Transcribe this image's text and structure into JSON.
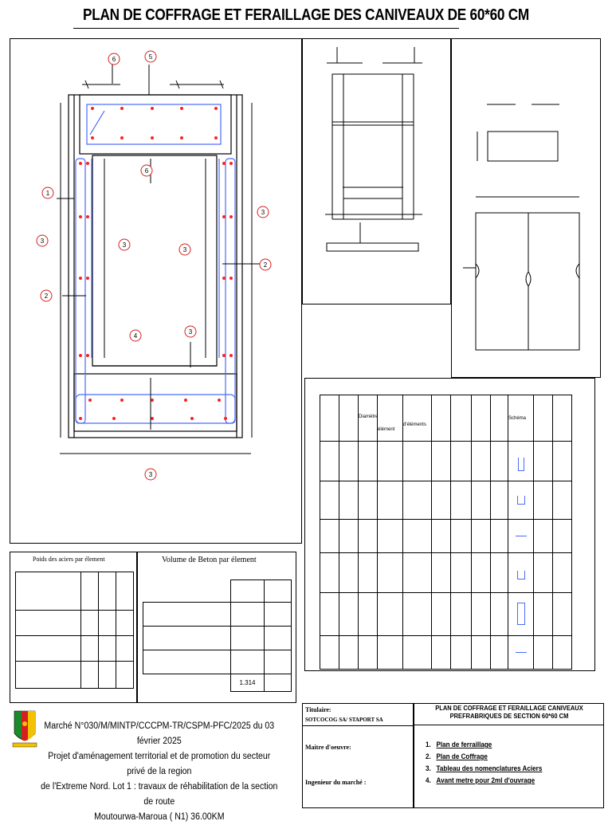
{
  "title": "PLAN DE COFFRAGE ET FERAILLAGE DES CANIVEAUX DE 60*60 CM",
  "plan": {
    "bubbles": [
      "6",
      "5",
      "6",
      "1",
      "3",
      "3",
      "3",
      "3",
      "2",
      "2",
      "4",
      "3",
      "3"
    ]
  },
  "schedule_table": {
    "headers": {
      "diametre": "Diamètre",
      "element": "élément",
      "nb_elements": "d'éléments",
      "schema": "Schéma"
    }
  },
  "weights_table": {
    "title": "Poids des aciers  par élement"
  },
  "volume_table": {
    "title": "Volume de Beton  par élement",
    "value": "1.314"
  },
  "project_info": {
    "line1": "Marché N°030/M/MINTP/CCCPM-TR/CSPM-PFC/2025 du 03 février 2025",
    "line2": "Projet d'aménagement territorial et de promotion du  secteur privé de la region",
    "line3": "de l'Extreme Nord. Lot 1 : travaux de réhabilitation de la  section de route",
    "line4": "Moutourwa-Maroua ( N1) 36.00KM"
  },
  "stakeholders": {
    "titulaire_label": "Titulaire:",
    "titulaire_value": "SOTCOCOG SA/ STAPORT SA",
    "maitre_label": "Maitre d'oeuvre:",
    "ingenieur_label": "Ingenieur du  marché :"
  },
  "title_block": {
    "line1": "PLAN DE COFFRAGE ET FERAILLAGE CANIVEAUX",
    "line2": "PREFRABRIQUES DE SECTION  60*60 CM",
    "items": [
      {
        "num": "1.",
        "label": "Plan de ferraillage"
      },
      {
        "num": "2.",
        "label": "Plan de Coffrage"
      },
      {
        "num": "3.",
        "label": "Tableau des nomenclatures  Aciers"
      },
      {
        "num": "4.",
        "label": "Avant metre pour 2ml d'ouvrage"
      }
    ]
  },
  "colors": {
    "rebar_blue": "#4a6cf7",
    "rebar_dot": "#ff2020",
    "emblem_green": "#1a8a2a",
    "emblem_red": "#d42020",
    "emblem_yellow": "#f2c200"
  }
}
